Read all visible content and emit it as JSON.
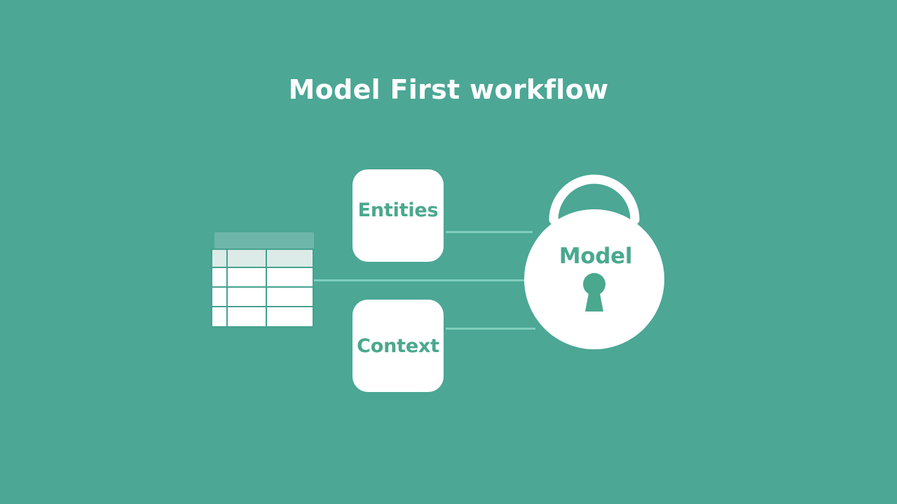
{
  "slide": {
    "background_color": "#4CA795",
    "title": "Model First workflow"
  },
  "diagram": {
    "type": "flow",
    "accent_colors": {
      "background": "#4CA795",
      "card_surface": "#FFFFFF",
      "label_teal": "#4AA88E",
      "connector": "#7FCFBC",
      "table_header_bar": "#6EB6A9",
      "table_mint_row": "#DCEBE7",
      "table_gridline": "#46A18F",
      "title_text": "#FFFFFF"
    },
    "nodes": [
      {
        "id": "table",
        "kind": "table-icon",
        "label": "",
        "columns": 3,
        "rows": 4,
        "header_bar": true
      },
      {
        "id": "entities",
        "kind": "rounded-card",
        "label": "Entities"
      },
      {
        "id": "context",
        "kind": "rounded-card",
        "label": "Context"
      },
      {
        "id": "model",
        "kind": "padlock",
        "label": "Model"
      }
    ],
    "connectors": [
      {
        "from": "entities",
        "to": "model"
      },
      {
        "from": "table",
        "to": "model"
      },
      {
        "from": "context",
        "to": "model"
      }
    ],
    "icons": {
      "padlock": "padlock-icon",
      "keyhole": "keyhole-icon",
      "table": "table-icon"
    }
  }
}
